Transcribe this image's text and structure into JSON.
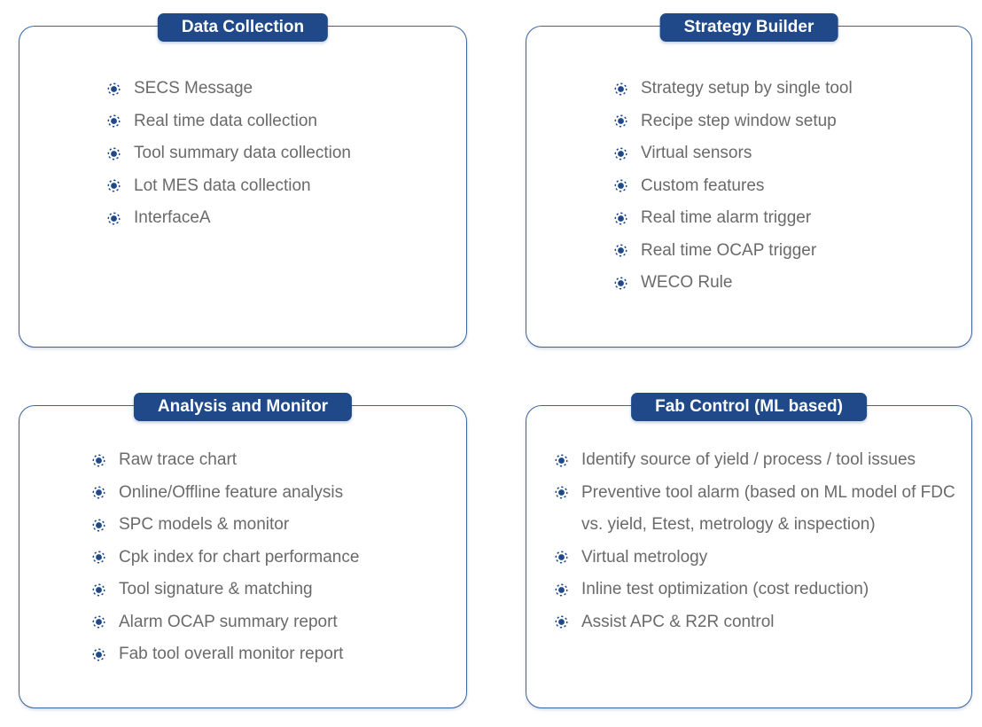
{
  "colors": {
    "navy": "#1f4988",
    "card_border": "#3a64a0",
    "item_text": "#6a6a6c",
    "title_text": "#ffffff",
    "background": "#ffffff"
  },
  "bullet_icon": "dotted-target-icon",
  "panels": [
    {
      "title": "Data Collection",
      "items": [
        "SECS Message",
        "Real time data collection",
        "Tool summary data collection",
        "Lot MES data collection",
        "InterfaceA"
      ]
    },
    {
      "title": "Strategy Builder",
      "items": [
        "Strategy setup by single tool",
        "Recipe step window setup",
        "Virtual sensors",
        "Custom features",
        "Real time alarm trigger",
        "Real time OCAP trigger",
        "WECO Rule"
      ]
    },
    {
      "title": "Analysis and Monitor",
      "items": [
        "Raw trace chart",
        "Online/Offline feature analysis",
        "SPC models & monitor",
        "Cpk index for chart performance",
        "Tool signature & matching",
        "Alarm OCAP summary report",
        "Fab tool overall monitor report"
      ]
    },
    {
      "title": "Fab Control (ML based)",
      "items": [
        "Identify source of yield / process / tool issues",
        "Preventive tool alarm (based on ML model of FDC vs. yield, Etest, metrology & inspection)",
        "Virtual metrology",
        "Inline test optimization (cost reduction)",
        "Assist APC & R2R control"
      ]
    }
  ]
}
